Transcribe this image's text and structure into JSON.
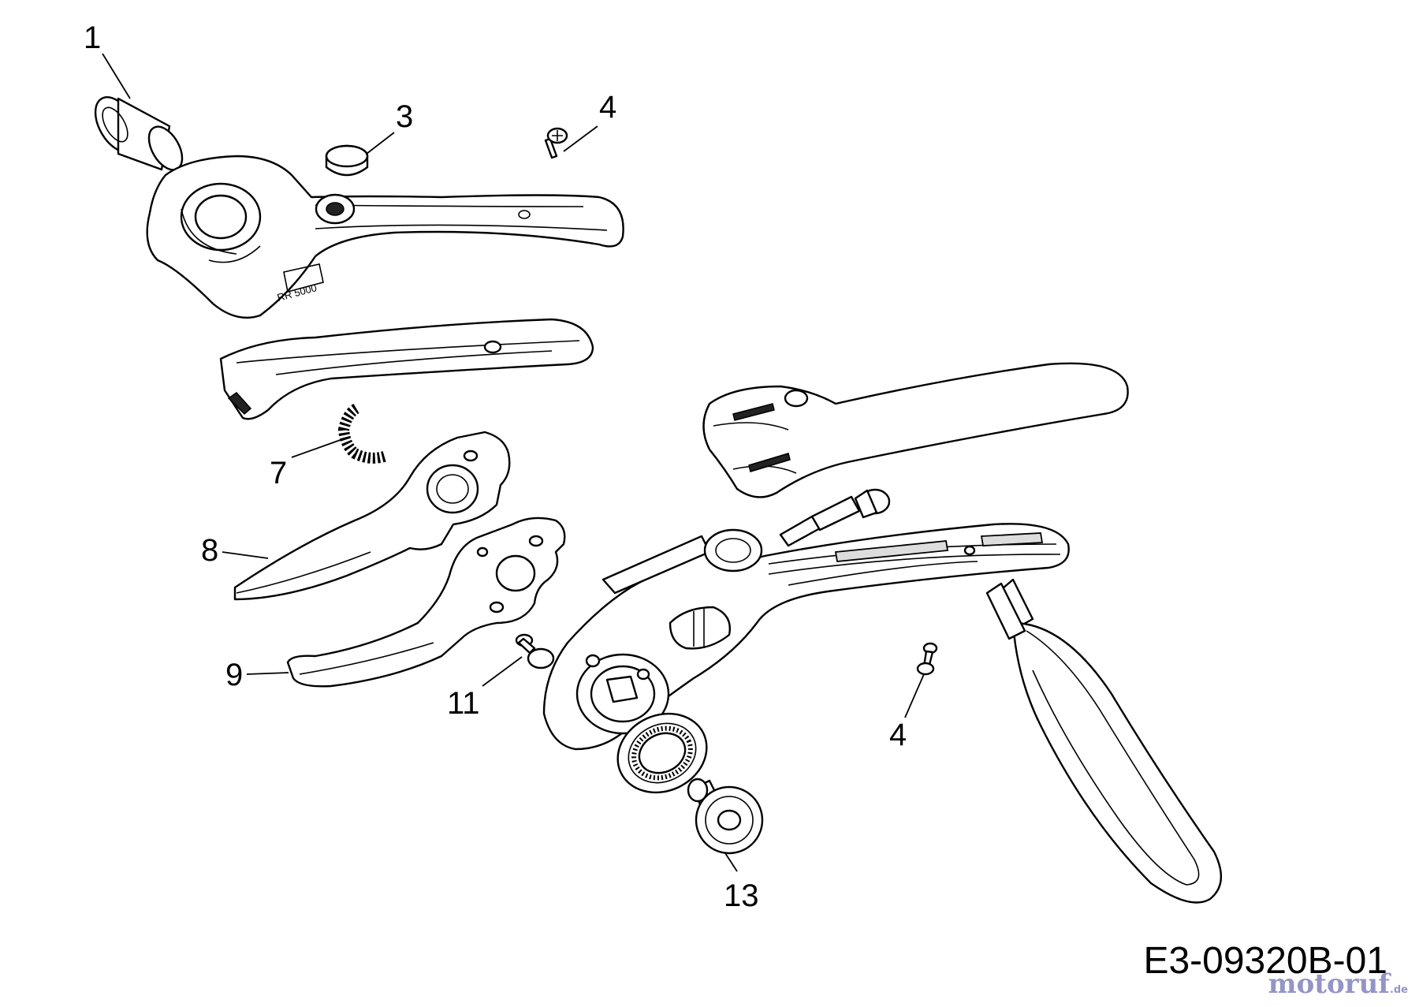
{
  "callouts": [
    {
      "id": "1",
      "label": "1"
    },
    {
      "id": "3",
      "label": "3"
    },
    {
      "id": "4a",
      "label": "4"
    },
    {
      "id": "7",
      "label": "7"
    },
    {
      "id": "8",
      "label": "8"
    },
    {
      "id": "9",
      "label": "9"
    },
    {
      "id": "11",
      "label": "11"
    },
    {
      "id": "4b",
      "label": "4"
    },
    {
      "id": "13",
      "label": "13"
    }
  ],
  "part_markings": {
    "model": "RR 5000"
  },
  "drawing_code": "E3-09320B-01",
  "watermark": {
    "brand": "motoruf",
    "suffix": ".de"
  }
}
